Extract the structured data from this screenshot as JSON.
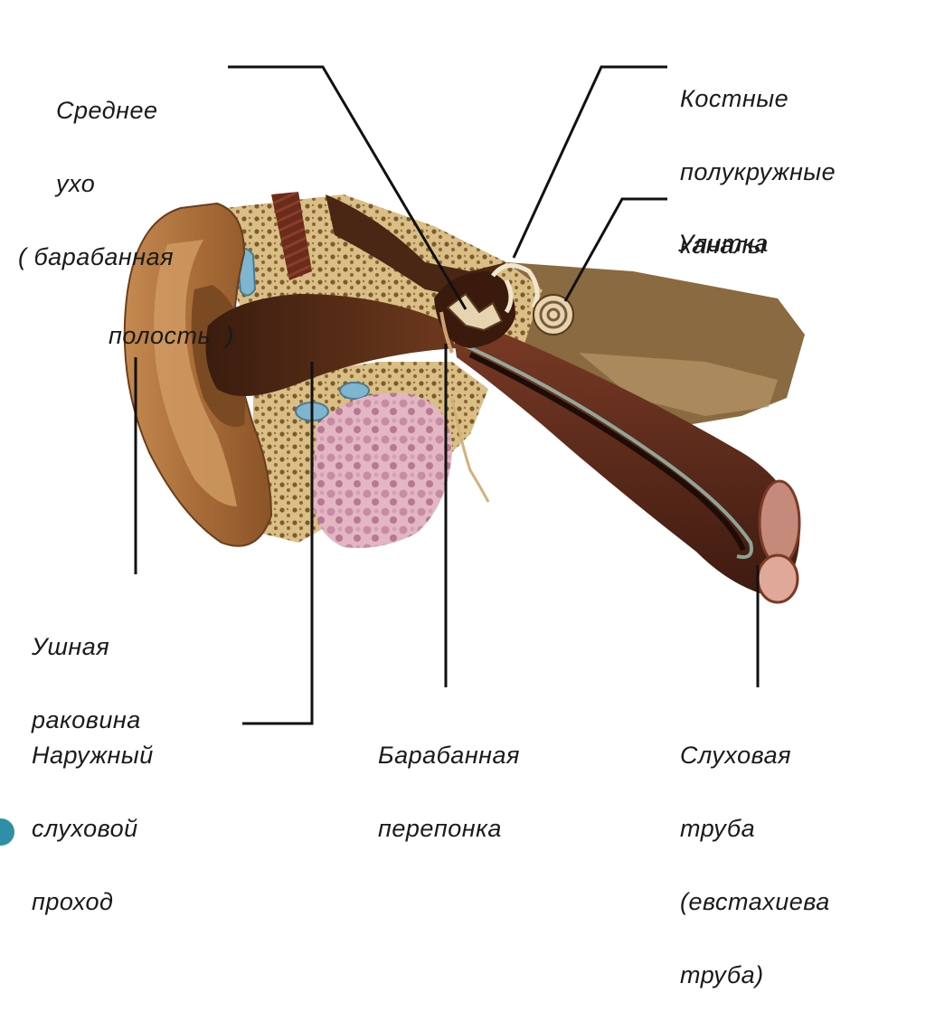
{
  "labels": {
    "middle_ear": [
      "Среднее",
      "ухо",
      "( барабанная",
      "полость  )"
    ],
    "semicircular": [
      "Костные",
      "полукружные",
      "каналы"
    ],
    "cochlea": [
      "Улитка"
    ],
    "auricle": [
      "Ушная",
      "раковина"
    ],
    "canal": [
      "Наружный",
      "слуховой",
      "проход"
    ],
    "eardrum": [
      "Барабанная",
      "перепонка"
    ],
    "tube": [
      "Слуховая",
      "труба",
      "(евстахиева",
      "труба)"
    ]
  },
  "colors": {
    "line": "#111111",
    "skin": "#b07840",
    "skin_dark": "#7a4a22",
    "canal": "#4a2614",
    "bone": "#d9bf86",
    "bone_pore": "#7d5a2c",
    "gland": "#d8a9b8",
    "gland_dot": "#b07690",
    "blue": "#7fb6cf",
    "muscle": "#6a2c1c",
    "accent": "#2f8fa6"
  }
}
